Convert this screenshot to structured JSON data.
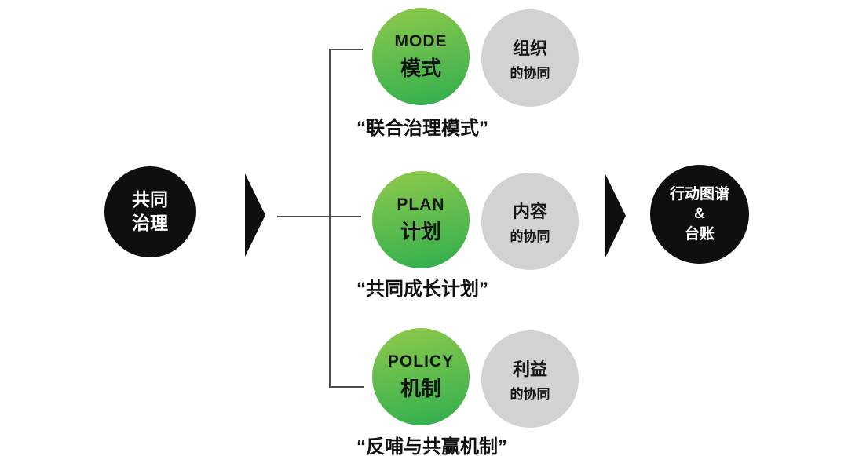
{
  "source_circle": {
    "lines": [
      "共同",
      "治理"
    ]
  },
  "branches": [
    {
      "label_en": "MODE",
      "label_zh": "模式",
      "synergy": "组织",
      "synergy_sub": "的协同",
      "quote": "“联合治理模式”"
    },
    {
      "label_en": "PLAN",
      "label_zh": "计划",
      "synergy": "内容",
      "synergy_sub": "的协同",
      "quote": "“共同成长计划”"
    },
    {
      "label_en": "POLICY",
      "label_zh": "机制",
      "synergy": "利益",
      "synergy_sub": "的协同",
      "quote": "“反哺与共赢机制”"
    }
  ],
  "output_circle": {
    "lines": [
      "行动图谱",
      "&",
      "台账"
    ]
  },
  "colors": {
    "black": "#0f0f0f",
    "green_top": "#8fca4c",
    "green_bottom": "#2fae4f",
    "gray": "#d2d2d2",
    "line": "#4d4d4d"
  }
}
